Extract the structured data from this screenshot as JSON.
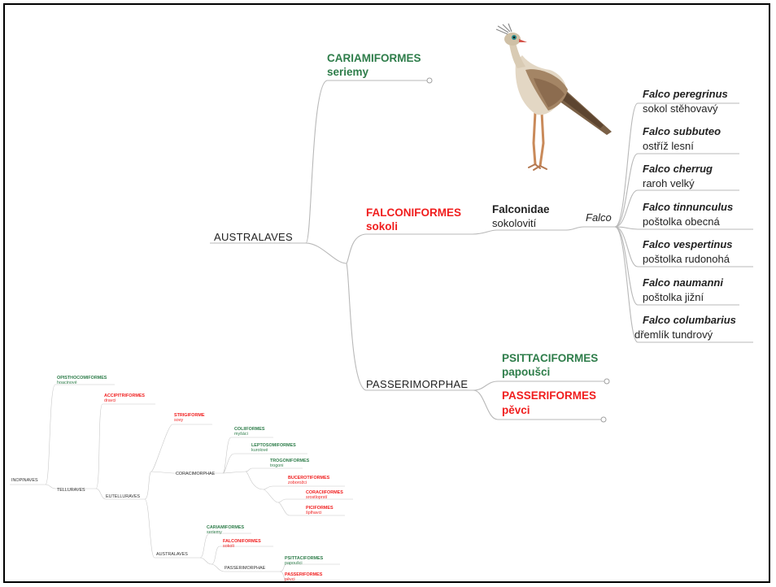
{
  "main": {
    "root": "AUSTRALAVES",
    "cariamiformes": {
      "name": "CARIAMIFORMES",
      "common": "seriemy"
    },
    "falconiformes": {
      "name": "FALCONIFORMES",
      "common": "sokoli"
    },
    "falconidae": {
      "name": "Falconidae",
      "common": "sokolovití"
    },
    "genus": "Falco",
    "passerimorphae": "PASSERIMORPHAE",
    "psittaciformes": {
      "name": "PSITTACIFORMES",
      "common": "papoušci"
    },
    "passeriformes": {
      "name": "PASSERIFORMES",
      "common": "pěvci"
    },
    "species": [
      {
        "latin": "Falco peregrinus",
        "common": "sokol stěhovavý"
      },
      {
        "latin": "Falco subbuteo",
        "common": "ostříž lesní"
      },
      {
        "latin": "Falco cherrug",
        "common": "raroh velký"
      },
      {
        "latin": "Falco tinnunculus",
        "common": "poštolka obecná"
      },
      {
        "latin": "Falco vespertinus",
        "common": "poštolka rudonohá"
      },
      {
        "latin": "Falco naumanni",
        "common": "poštolka jižní"
      },
      {
        "latin": "Falco columbarius",
        "common": "dřemlík tundrový"
      }
    ]
  },
  "overview": {
    "inopinaves": "INOPINAVES",
    "opisthocomiformes": {
      "name": "OPISTHOCOMIFORMES",
      "common": "hoacinové"
    },
    "telluraves": "TELLURAVES",
    "accipitriformes": {
      "name": "ACCIPITRIFORMES",
      "common": "dravci"
    },
    "eutelluraves": "EUTELLURAVES",
    "strigiformes": {
      "name": "STRIGIFORME",
      "common": "sovy"
    },
    "coraciimorphae": "CORACIMORPHAE",
    "coliiformes": {
      "name": "COLIIFORMES",
      "common": "myšáci"
    },
    "leptosomiformes": {
      "name": "LEPTOSOMIFORMES",
      "common": "kurolové"
    },
    "trogoniformes": {
      "name": "TROGONIFORMES",
      "common": "trogoni"
    },
    "bucerotiformes": {
      "name": "BUCEROTIFORMES",
      "common": "zoborožci"
    },
    "coraciiformes": {
      "name": "CORACIIFORMES",
      "common": "srostloprstí"
    },
    "piciformes": {
      "name": "PICIFORMES",
      "common": "šplhavci"
    },
    "australaves": "AUSTRALAVES",
    "cariamiformes": {
      "name": "CARIAMIFORMES",
      "common": "seriemy"
    },
    "falconiformes": {
      "name": "FALCONIFORMES",
      "common": "sokoli"
    },
    "passerimorphae": "PASSERIMORPHAE",
    "psittaciformes": {
      "name": "PSITTACIFORMES",
      "common": "papoušci"
    },
    "passeriformes": {
      "name": "PASSERIFORMES",
      "common": "pěvci"
    }
  },
  "colors": {
    "green": "#2e7d4a",
    "red": "#f01e1e",
    "line": "#b8b8b8"
  },
  "image": {
    "icon": "seriema-bird-illustration"
  }
}
